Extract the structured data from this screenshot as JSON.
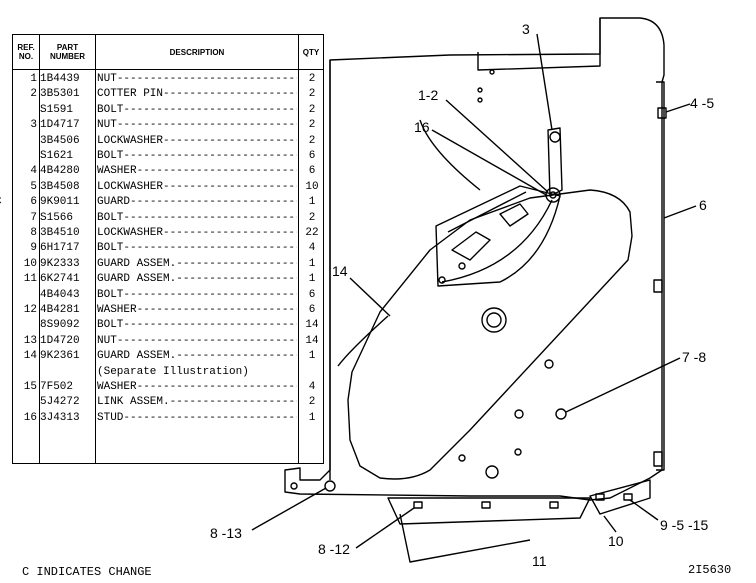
{
  "table": {
    "headers": {
      "ref": "REF.\nNO.",
      "part": "PART\nNUMBER",
      "desc": "DESCRIPTION",
      "qty": "QTY"
    },
    "rows": [
      {
        "ref": "1",
        "part": "1B4439",
        "desc": "NUT",
        "qty": "2"
      },
      {
        "ref": "2",
        "part": "3B5301",
        "desc": "COTTER PIN",
        "qty": "2"
      },
      {
        "ref": "",
        "part": "S1591",
        "desc": "BOLT",
        "qty": "2"
      },
      {
        "ref": "3",
        "part": "1D4717",
        "desc": "NUT",
        "qty": "2"
      },
      {
        "ref": "",
        "part": "3B4506",
        "desc": "LOCKWASHER",
        "qty": "2"
      },
      {
        "ref": "",
        "part": "S1621",
        "desc": "BOLT",
        "qty": "6"
      },
      {
        "ref": "4",
        "part": "4B4280",
        "desc": "WASHER",
        "qty": "6"
      },
      {
        "ref": "5",
        "part": "3B4508",
        "desc": "LOCKWASHER",
        "qty": "10"
      },
      {
        "ref": "6",
        "part": "9K9011",
        "desc": "GUARD",
        "qty": "1",
        "change": "C"
      },
      {
        "ref": "7",
        "part": "S1566",
        "desc": "BOLT",
        "qty": "2"
      },
      {
        "ref": "8",
        "part": "3B4510",
        "desc": "LOCKWASHER",
        "qty": "22"
      },
      {
        "ref": "9",
        "part": "6H1717",
        "desc": "BOLT",
        "qty": "4"
      },
      {
        "ref": "10",
        "part": "9K2333",
        "desc": "GUARD ASSEM.",
        "qty": "1"
      },
      {
        "ref": "11",
        "part": "6K2741",
        "desc": "GUARD ASSEM.",
        "qty": "1"
      },
      {
        "ref": "",
        "part": "4B4043",
        "desc": "BOLT",
        "qty": "6"
      },
      {
        "ref": "12",
        "part": "4B4281",
        "desc": "WASHER",
        "qty": "6"
      },
      {
        "ref": "",
        "part": "8S9092",
        "desc": "BOLT",
        "qty": "14"
      },
      {
        "ref": "13",
        "part": "1D4720",
        "desc": "NUT",
        "qty": "14"
      },
      {
        "ref": "14",
        "part": "9K2361",
        "desc": "GUARD ASSEM.",
        "qty": "1"
      },
      {
        "ref": "",
        "part": "",
        "desc": "(Separate Illustration)",
        "qty": ""
      },
      {
        "ref": "15",
        "part": "7F502",
        "desc": "WASHER",
        "qty": "4"
      },
      {
        "ref": "",
        "part": "5J4272",
        "desc": "LINK ASSEM.",
        "qty": "2"
      },
      {
        "ref": "16",
        "part": "3J4313",
        "desc": "STUD",
        "qty": "1"
      }
    ]
  },
  "callouts": {
    "c3": "3",
    "c1_2": "1-2",
    "c16": "16",
    "c4_5": "4 -5",
    "c6": "6",
    "c14": "14",
    "c7_8": "7 -8",
    "c8_13": "8 -13",
    "c8_12": "8 -12",
    "c11": "11",
    "c10": "10",
    "c9_5_15": "9 -5 -15"
  },
  "footer": {
    "note": "C INDICATES CHANGE",
    "drawing_number": "2I5630"
  },
  "colors": {
    "ink": "#000000",
    "paper": "#ffffff"
  }
}
